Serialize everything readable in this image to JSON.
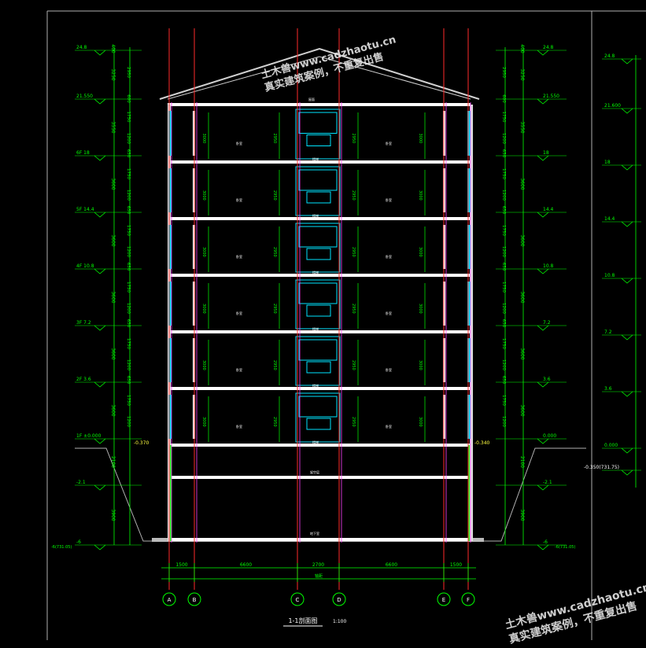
{
  "drawing": {
    "title": "1-1剖面图",
    "scale": "1:100",
    "axes": [
      "A",
      "B",
      "C",
      "D",
      "E",
      "F"
    ],
    "bay_spans": [
      "1500",
      "6600",
      "2700",
      "6600",
      "1500"
    ],
    "total_label": "轴距",
    "roof_label": "屋面",
    "stair_label": "楼梯",
    "room_label": "卧室",
    "room_label_2": "客厅",
    "basement_label": "架空层",
    "basement_floor_label": "地下室",
    "left_elevations": [
      "24.8",
      "21.550",
      "18",
      "14.4",
      "10.8",
      "7.2",
      "3.6",
      "±0.000",
      "-2.1",
      "-6"
    ],
    "left_elev_prefix": [
      "",
      "",
      "6F",
      "5F",
      "4F",
      "3F",
      "2F",
      "1F",
      "",
      ""
    ],
    "right_elevations": [
      "24.8",
      "21.550",
      "18",
      "14.4",
      "10.8",
      "7.2",
      "3.6",
      "0.000",
      "-2.1",
      "-6"
    ],
    "far_right_elevations": [
      "24.8",
      "21.600",
      "18",
      "14.4",
      "10.8",
      "7.2",
      "3.6",
      "0.000",
      "-0.350(731.75)"
    ],
    "left_total_dims": [
      "400",
      "3250",
      "3550",
      "3600",
      "3600",
      "3600",
      "3600",
      "3600",
      "2100",
      "3900"
    ],
    "left_part_dims": [
      "2950",
      "600",
      "1750",
      "1200",
      "650",
      "1750",
      "1200",
      "650",
      "1750",
      "1200",
      "650",
      "1750",
      "1200",
      "650",
      "1750",
      "1200",
      "650",
      "1750",
      "1200"
    ],
    "inner_height_dims": [
      "3000",
      "2950",
      "2950",
      "3000"
    ],
    "ground_left": "-0.370",
    "ground_right": "-0.340",
    "bottom_left_note": "-6(731.05)",
    "bottom_right_note": "-6(731.05)",
    "colors": {
      "background": "#000000",
      "frame": "#b0b0b0",
      "dimension": "#00ff00",
      "floor_slab": "#ffffff",
      "window": "#00e5ff",
      "axis_red": "#ff2a2a",
      "axis_magenta": "#ff40ff",
      "label_yellow": "#ffff40"
    }
  },
  "watermark": {
    "line1": "土木兽www.cadzhaotu.cn",
    "line2": "真实建筑案例，不重复出售",
    "line3": "土木兽www.cadzhaotu.cn",
    "line4": "真实建筑案例，不重复出售"
  }
}
